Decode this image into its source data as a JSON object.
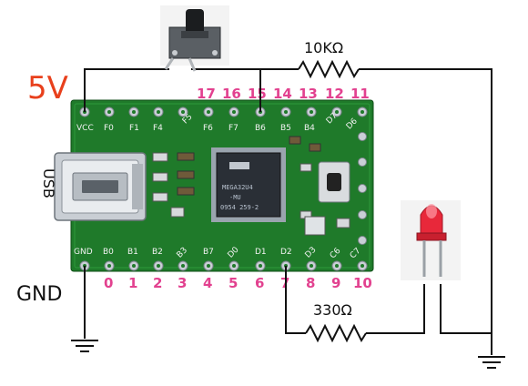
{
  "labels": {
    "vcc": "5V",
    "gnd": "GND",
    "usb": "USB",
    "resistor_top": "10KΩ",
    "resistor_bottom": "330Ω"
  },
  "board": {
    "top_pins": [
      "VCC",
      "F0",
      "F1",
      "F4",
      "F5",
      "F6",
      "F7",
      "B6",
      "B5",
      "B4",
      "D7",
      "D6"
    ],
    "bottom_pins": [
      "GND",
      "B0",
      "B1",
      "B2",
      "B3",
      "B7",
      "D0",
      "D1",
      "D2",
      "D3",
      "C6",
      "C7"
    ],
    "top_numbers": [
      "17",
      "16",
      "15",
      "14",
      "13",
      "12",
      "11"
    ],
    "bottom_numbers": [
      "0",
      "1",
      "2",
      "3",
      "4",
      "5",
      "6",
      "7",
      "8",
      "9",
      "10"
    ],
    "chip_lines": [
      "MEGA32U4",
      "-MU",
      "0954 259-2"
    ]
  },
  "colors": {
    "board": "#1f7a2a",
    "pin_number": "#e2418f",
    "vcc_label": "#e8401c",
    "led": "#e8283a"
  }
}
